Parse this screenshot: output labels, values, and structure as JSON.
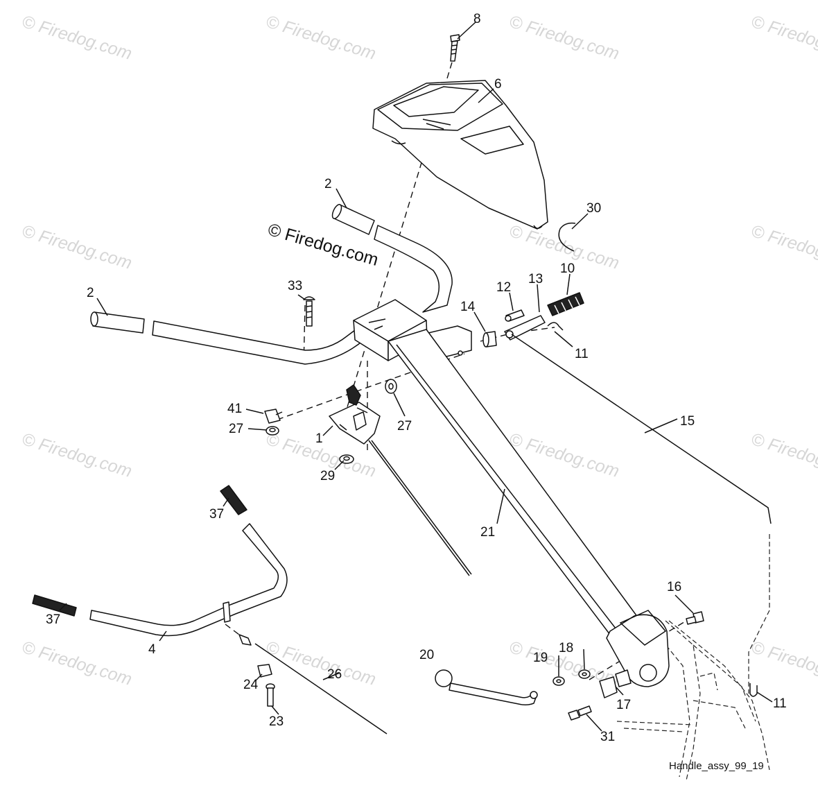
{
  "watermark_text": "© Firedog.com",
  "center_watermark": "© Firedog.com",
  "caption": "Handle_assy_99_19",
  "callouts": [
    {
      "id": "c8",
      "text": "8"
    },
    {
      "id": "c6",
      "text": "6"
    },
    {
      "id": "c2a",
      "text": "2"
    },
    {
      "id": "c30",
      "text": "30"
    },
    {
      "id": "c2b",
      "text": "2"
    },
    {
      "id": "c33",
      "text": "33"
    },
    {
      "id": "c12",
      "text": "12"
    },
    {
      "id": "c13",
      "text": "13"
    },
    {
      "id": "c10",
      "text": "10"
    },
    {
      "id": "c14",
      "text": "14"
    },
    {
      "id": "c11a",
      "text": "11"
    },
    {
      "id": "c41",
      "text": "41"
    },
    {
      "id": "c27a",
      "text": "27"
    },
    {
      "id": "c1",
      "text": "1"
    },
    {
      "id": "c27b",
      "text": "27"
    },
    {
      "id": "c15",
      "text": "15"
    },
    {
      "id": "c29",
      "text": "29"
    },
    {
      "id": "c37a",
      "text": "37"
    },
    {
      "id": "c21",
      "text": "21"
    },
    {
      "id": "c37b",
      "text": "37"
    },
    {
      "id": "c4",
      "text": "4"
    },
    {
      "id": "c16",
      "text": "16"
    },
    {
      "id": "c20",
      "text": "20"
    },
    {
      "id": "c18",
      "text": "18"
    },
    {
      "id": "c19",
      "text": "19"
    },
    {
      "id": "c26",
      "text": "26"
    },
    {
      "id": "c24",
      "text": "24"
    },
    {
      "id": "c17",
      "text": "17"
    },
    {
      "id": "c11b",
      "text": "11"
    },
    {
      "id": "c23",
      "text": "23"
    },
    {
      "id": "c31",
      "text": "31"
    }
  ]
}
